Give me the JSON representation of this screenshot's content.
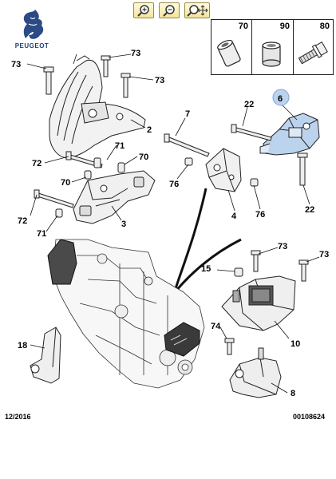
{
  "brand": {
    "name": "PEUGEOT"
  },
  "toolbar": {
    "buttons": [
      {
        "name": "zoom-in-button",
        "icon": "zoom-in-icon"
      },
      {
        "name": "zoom-out-button",
        "icon": "zoom-out-icon"
      },
      {
        "name": "zoom-fit-button",
        "icon": "zoom-fit-icon"
      }
    ]
  },
  "legend": [
    {
      "ref": "70",
      "part": "bushing"
    },
    {
      "ref": "90",
      "part": "sleeve"
    },
    {
      "ref": "80",
      "part": "bolt"
    }
  ],
  "callouts": [
    {
      "id": "c73a",
      "text": "73"
    },
    {
      "id": "c73b",
      "text": "73"
    },
    {
      "id": "c73c",
      "text": "73"
    },
    {
      "id": "c2",
      "text": "2"
    },
    {
      "id": "c71a",
      "text": "71"
    },
    {
      "id": "c70a",
      "text": "70"
    },
    {
      "id": "c72a",
      "text": "72"
    },
    {
      "id": "c70b",
      "text": "70"
    },
    {
      "id": "c72b",
      "text": "72"
    },
    {
      "id": "c3",
      "text": "3"
    },
    {
      "id": "c71b",
      "text": "71"
    },
    {
      "id": "c7",
      "text": "7"
    },
    {
      "id": "c76a",
      "text": "76"
    },
    {
      "id": "c4",
      "text": "4"
    },
    {
      "id": "c76b",
      "text": "76"
    },
    {
      "id": "c22a",
      "text": "22"
    },
    {
      "id": "c6",
      "text": "6"
    },
    {
      "id": "c22b",
      "text": "22"
    },
    {
      "id": "c73d",
      "text": "73"
    },
    {
      "id": "c73e",
      "text": "73"
    },
    {
      "id": "c15",
      "text": "15"
    },
    {
      "id": "c10",
      "text": "10"
    },
    {
      "id": "c74",
      "text": "74"
    },
    {
      "id": "c18",
      "text": "18"
    },
    {
      "id": "c8",
      "text": "8"
    }
  ],
  "footer": {
    "date": "12/2016",
    "doc_ref": "00108624"
  },
  "colors": {
    "highlight": "#bcd3ee",
    "outline": "#222222",
    "brand": "#1f3f7a"
  }
}
